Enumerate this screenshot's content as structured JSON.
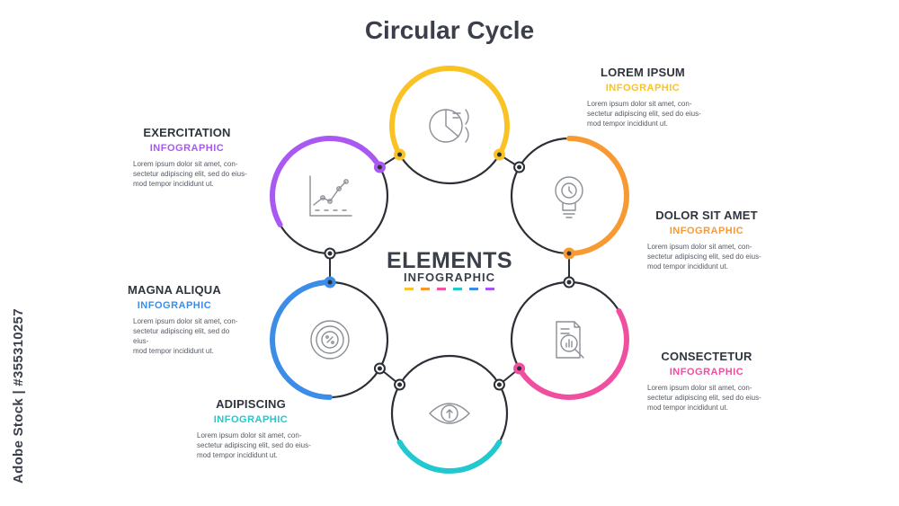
{
  "title": "Circular Cycle",
  "center": {
    "title": "ELEMENTS",
    "subtitle": "INFOGRAPHIC",
    "dash_colors": [
      "#f9c22e",
      "#f7992e",
      "#f255a6",
      "#22c9cc",
      "#3a8ee6",
      "#a855f7"
    ]
  },
  "steps": [
    {
      "heading": "LOREM IPSUM",
      "sub": "INFOGRAPHIC",
      "color": "#fac325",
      "icon": "pie-chart-icon",
      "body": [
        "Lorem ipsum dolor sit amet, con-",
        "sectetur adipiscing elit, sed do eius-",
        "mod tempor incididunt ut."
      ]
    },
    {
      "heading": "DOLOR SIT AMET",
      "sub": "INFOGRAPHIC",
      "color": "#f89a33",
      "icon": "lightbulb-icon",
      "body": [
        "Lorem ipsum dolor sit amet, con-",
        "sectetur adipiscing elit, sed do eius-",
        "mod tempor incididunt ut."
      ]
    },
    {
      "heading": "CONSECTETUR",
      "sub": "INFOGRAPHIC",
      "color": "#f04fa0",
      "icon": "document-search-icon",
      "body": [
        "Lorem ipsum dolor sit amet, con-",
        "sectetur adipiscing elit, sed do eius-",
        "mod tempor incididunt ut."
      ]
    },
    {
      "heading": "ADIPISCING",
      "sub": "INFOGRAPHIC",
      "color": "#22c8cf",
      "icon": "eye-icon",
      "body": [
        "Lorem ipsum dolor sit amet, con-",
        "sectetur adipiscing elit, sed do eius-",
        "mod tempor incididunt ut."
      ]
    },
    {
      "heading": "MAGNA ALIQUA",
      "sub": "INFOGRAPHIC",
      "color": "#3b8de8",
      "icon": "percent-target-icon",
      "body": [
        "Lorem ipsum dolor sit amet, con-",
        "sectetur adipiscing elit, sed do eius-",
        "mod tempor incididunt ut."
      ]
    },
    {
      "heading": "EXERCITATION",
      "sub": "INFOGRAPHIC",
      "color": "#a958f2",
      "icon": "line-graph-icon",
      "body": [
        "Lorem ipsum dolor sit amet, con-",
        "sectetur adipiscing elit, sed do eius-",
        "mod tempor incididunt ut."
      ]
    }
  ],
  "side_text": "Adobe Stock | #355310257"
}
